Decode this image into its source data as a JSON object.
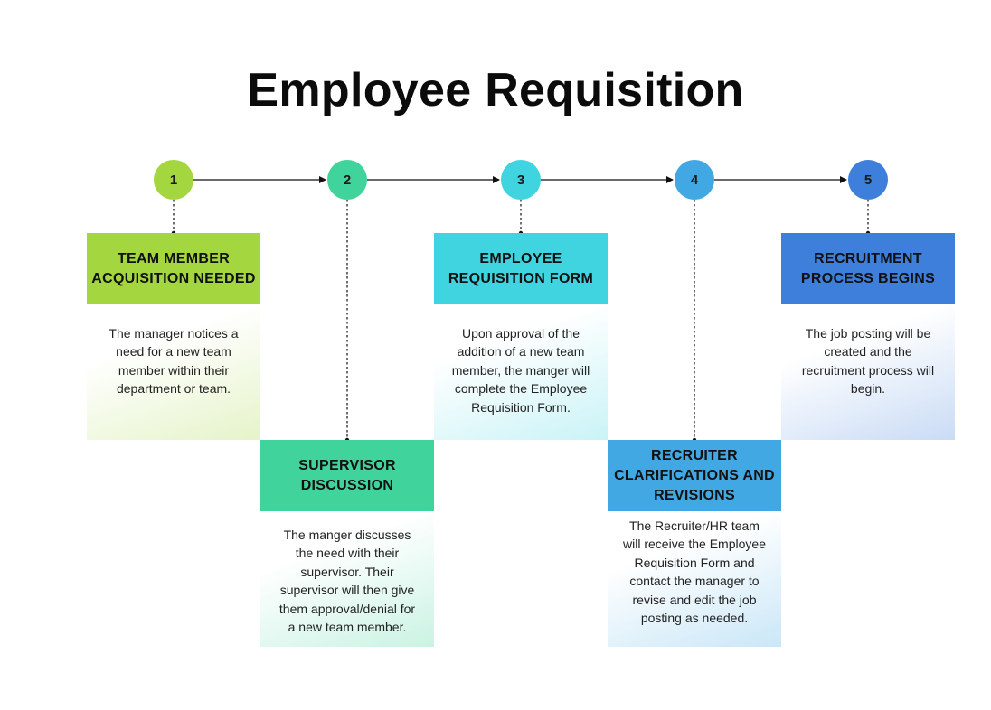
{
  "title": "Employee Requisition",
  "steps": [
    {
      "number": "1",
      "heading": "TEAM MEMBER ACQUISITION NEEDED",
      "description": "The manager notices a need for a new team member within their department or team.",
      "color": "#a3d63f"
    },
    {
      "number": "2",
      "heading": "SUPERVISOR DISCUSSION",
      "description": "The manger discusses the need with their supervisor. Their supervisor will then give them approval/denial for a new team member.",
      "color": "#41d39c"
    },
    {
      "number": "3",
      "heading": "EMPLOYEE REQUISITION FORM",
      "description": "Upon approval of the addition of a new team member, the manger will complete the Employee Requisition Form.",
      "color": "#3fd4e0"
    },
    {
      "number": "4",
      "heading": "RECRUITER CLARIFICATIONS AND REVISIONS",
      "description": "The Recruiter/HR team will receive the Employee Requisition Form and contact the manager to revise and edit the job posting as needed.",
      "color": "#41a8e3"
    },
    {
      "number": "5",
      "heading": "RECRUITMENT PROCESS BEGINS",
      "description": "The job posting will be created and the recruitment process will begin.",
      "color": "#3f7fdc"
    }
  ]
}
